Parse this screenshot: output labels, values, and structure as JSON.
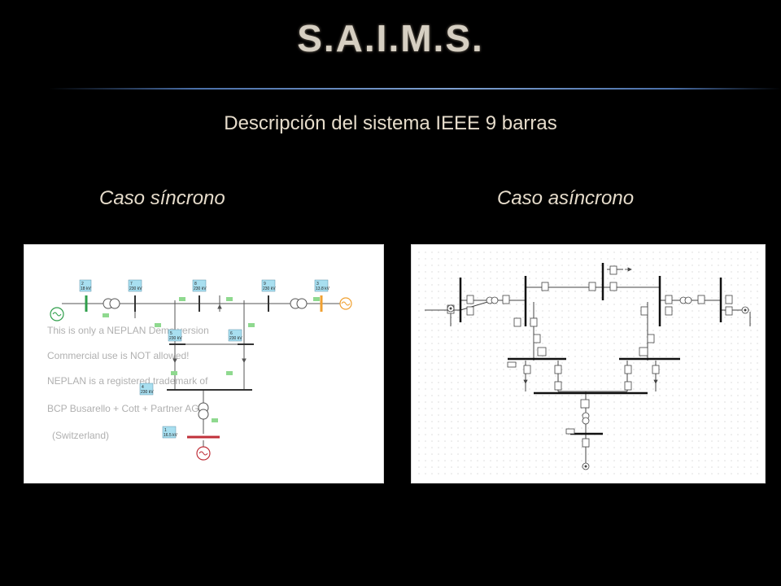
{
  "slide": {
    "title": "S.A.I.M.S.",
    "subtitle": "Descripción del sistema IEEE 9 barras",
    "left_caption": "Caso síncrono",
    "right_caption": "Caso asíncrono"
  },
  "left_diagram": {
    "buses": [
      {
        "num": "2",
        "kv": "18 kV"
      },
      {
        "num": "7",
        "kv": "230 kV"
      },
      {
        "num": "8",
        "kv": "230 kV"
      },
      {
        "num": "9",
        "kv": "230 kV"
      },
      {
        "num": "3",
        "kv": "13.8 kV"
      },
      {
        "num": "5",
        "kv": "230 kV"
      },
      {
        "num": "6",
        "kv": "230 kV"
      },
      {
        "num": "4",
        "kv": "230 kV"
      },
      {
        "num": "1",
        "kv": "16.5 kV"
      }
    ],
    "watermark": [
      "This is only a NEPLAN Demo version",
      "Commercial use is NOT allowed!",
      "NEPLAN is a registered trademark of",
      "BCP Busarello + Cott + Partner AG",
      "(Switzerland)"
    ]
  },
  "colors": {
    "background": "#000000",
    "title": "#d6cfc2",
    "text": "#e6dccb",
    "rule": "#7ea0d0",
    "bus_label_fill": "#a8dff0",
    "gen_green": "#2e9e4a",
    "gen_orange": "#f0a030",
    "gen_red": "#c0303a"
  }
}
